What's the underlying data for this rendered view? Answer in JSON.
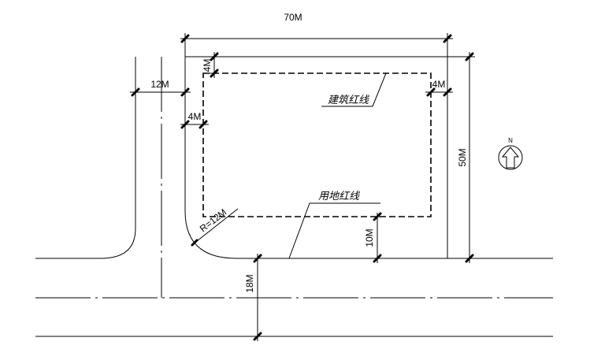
{
  "dimensions": {
    "overall_width": "70M",
    "overall_depth": "50M",
    "road_width_vertical": "12M",
    "setback_top": "4M",
    "setback_left": "4M",
    "setback_right": "4M",
    "setback_bottom": "10M",
    "road_width_horizontal": "18M",
    "corner_radius": "R=12M"
  },
  "labels": {
    "building_line": "建筑红线",
    "site_line": "用地红线"
  },
  "north_arrow": {
    "letter": "N",
    "icon": "north-arrow-icon"
  }
}
